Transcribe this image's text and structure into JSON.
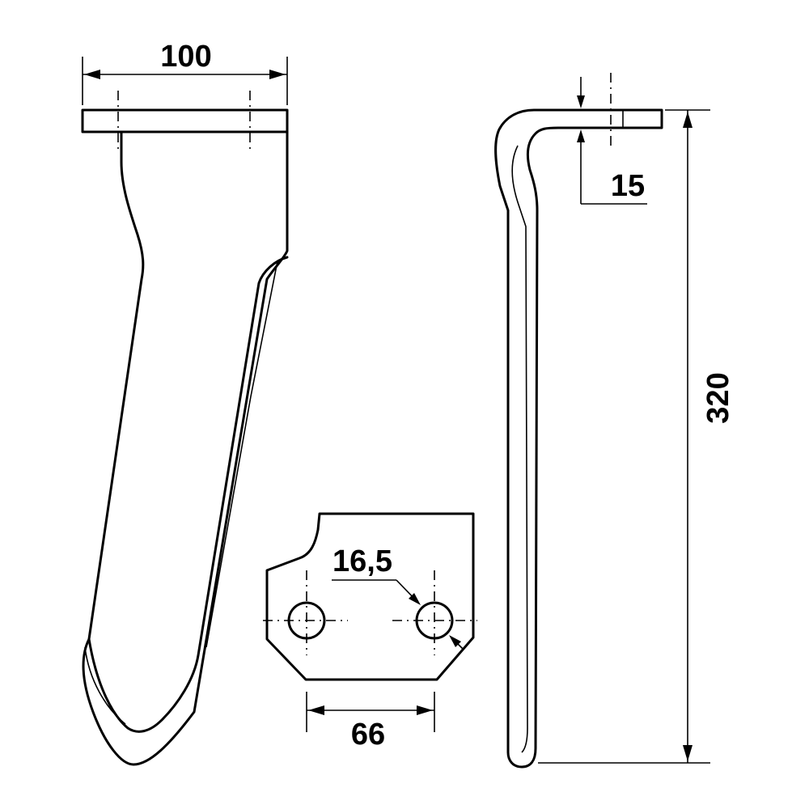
{
  "dimensions": {
    "width_top": "100",
    "total_height": "320",
    "thickness": "15",
    "hole_spacing": "66",
    "hole_diameter": "16,5"
  },
  "colors": {
    "ink": "#000000",
    "paper": "#ffffff"
  }
}
